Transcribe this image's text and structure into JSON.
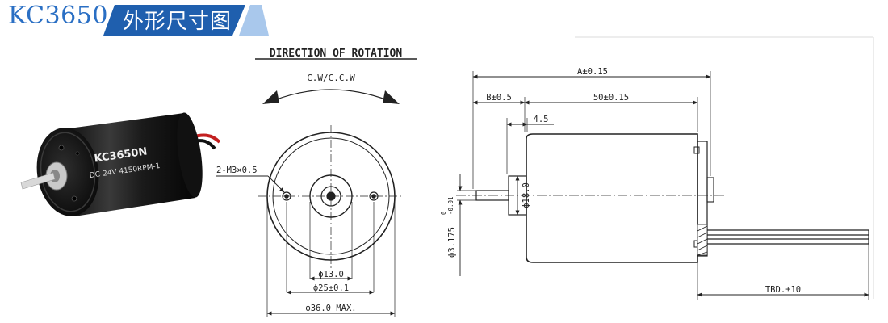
{
  "header": {
    "model": "KC3650",
    "section_title": "外形尺寸图"
  },
  "photo": {
    "label_model": "KC3650N",
    "label_spec": "DC-24V  4150RPM-1"
  },
  "front_view": {
    "heading": "DIRECTION OF ROTATION",
    "rotation": "C.W/C.C.W",
    "screw_holes": "2-M3×0.5",
    "dim_inner": "ϕ13.0",
    "dim_mount": "ϕ25±0.1",
    "dim_outer": "ϕ36.0 MAX."
  },
  "side_view": {
    "dim_total": "A±0.15",
    "dim_shaft": "B±0.5",
    "dim_body": "50±0.15",
    "dim_boss_len": "4.5",
    "dim_boss_dia": "ϕ18.0",
    "dim_shaft_dia": "ϕ3.175",
    "dim_shaft_tol_upper": "0",
    "dim_shaft_tol_lower": "-0.01",
    "dim_lead": "TBD.±10"
  },
  "colors": {
    "brand_blue": "#2a6fc4",
    "banner_dark": "#1f5fae",
    "banner_light": "#a9c8ec",
    "line": "#222222"
  }
}
